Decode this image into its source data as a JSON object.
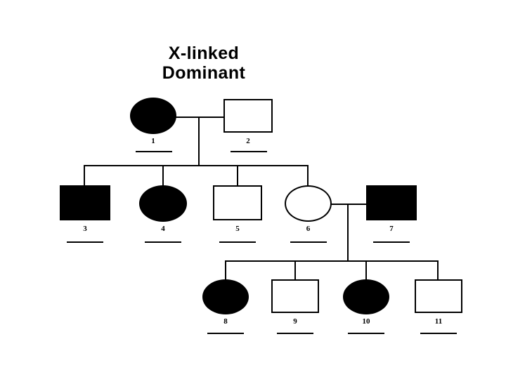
{
  "chart": {
    "title": "X-linked\nDominant",
    "title_line1": "X-linked",
    "title_line2": "Dominant",
    "background_color": "#ffffff",
    "line_color": "#000000",
    "affected_fill": "#000000",
    "unaffected_fill": "#ffffff"
  },
  "legend_semantics": {
    "square": "male",
    "circle": "female",
    "filled": "affected",
    "open": "unaffected"
  },
  "generations": [
    {
      "name": "generation-I",
      "members": [
        {
          "number": "1",
          "sex": "female",
          "shape": "circle",
          "status": "affected"
        },
        {
          "number": "2",
          "sex": "male",
          "shape": "square",
          "status": "unaffected"
        }
      ]
    },
    {
      "name": "generation-II",
      "members": [
        {
          "number": "3",
          "sex": "male",
          "shape": "square",
          "status": "affected"
        },
        {
          "number": "4",
          "sex": "female",
          "shape": "circle",
          "status": "affected"
        },
        {
          "number": "5",
          "sex": "male",
          "shape": "square",
          "status": "unaffected"
        },
        {
          "number": "6",
          "sex": "female",
          "shape": "circle",
          "status": "unaffected"
        },
        {
          "number": "7",
          "sex": "male",
          "shape": "square",
          "status": "affected"
        }
      ]
    },
    {
      "name": "generation-III",
      "members": [
        {
          "number": "8",
          "sex": "female",
          "shape": "circle",
          "status": "affected"
        },
        {
          "number": "9",
          "sex": "male",
          "shape": "square",
          "status": "unaffected"
        },
        {
          "number": "10",
          "sex": "female",
          "shape": "circle",
          "status": "affected"
        },
        {
          "number": "11",
          "sex": "male",
          "shape": "square",
          "status": "unaffected"
        }
      ]
    }
  ],
  "matings": [
    {
      "name": "mating-1-2",
      "partners": [
        "1",
        "2"
      ],
      "children": [
        "3",
        "4",
        "5",
        "6"
      ]
    },
    {
      "name": "mating-6-7",
      "partners": [
        "6",
        "7"
      ],
      "children": [
        "8",
        "9",
        "10",
        "11"
      ]
    }
  ],
  "answer_blanks": [
    {
      "for": "1",
      "value": ""
    },
    {
      "for": "2",
      "value": ""
    },
    {
      "for": "3",
      "value": ""
    },
    {
      "for": "4",
      "value": ""
    },
    {
      "for": "5",
      "value": ""
    },
    {
      "for": "6",
      "value": ""
    },
    {
      "for": "7",
      "value": ""
    },
    {
      "for": "8",
      "value": ""
    },
    {
      "for": "9",
      "value": ""
    },
    {
      "for": "10",
      "value": ""
    },
    {
      "for": "11",
      "value": ""
    }
  ]
}
